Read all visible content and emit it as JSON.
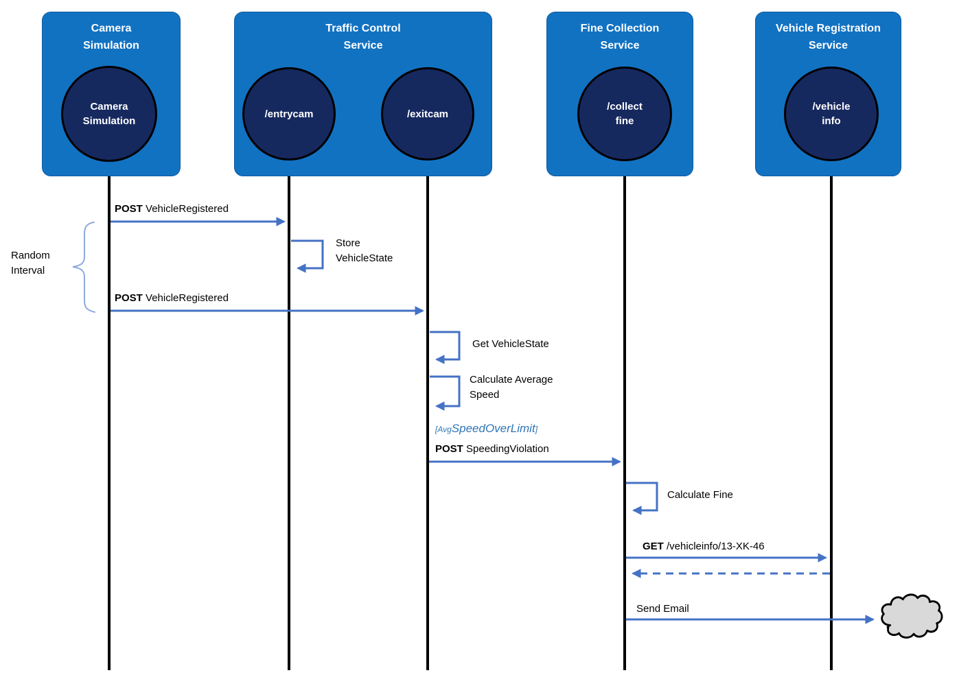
{
  "diagram": {
    "type": "sequence-diagram",
    "services": [
      {
        "title": "Camera\nSimulation",
        "endpoints": [
          {
            "label": "Camera\nSimulation"
          }
        ]
      },
      {
        "title": "Traffic Control\nService",
        "endpoints": [
          {
            "label": "/entrycam"
          },
          {
            "label": "/exitcam"
          }
        ]
      },
      {
        "title": "Fine Collection\nService",
        "endpoints": [
          {
            "label": "/collect\nfine"
          }
        ]
      },
      {
        "title": "Vehicle Registration\nService",
        "endpoints": [
          {
            "label": "/vehicle\ninfo"
          }
        ]
      }
    ],
    "messages": {
      "m1": {
        "verb": "POST",
        "text": "VehicleRegistered"
      },
      "store": "Store\nVehicleState",
      "m2": {
        "verb": "POST",
        "text": "VehicleRegistered"
      },
      "get_state": "Get VehicleState",
      "calc_avg": "Calculate Average\nSpeed",
      "m3": {
        "verb": "POST",
        "text": "SpeedingViolation"
      },
      "calc_fine": "Calculate Fine",
      "m4": {
        "verb": "GET",
        "text": "/vehicleinfo/13-XK-46"
      },
      "m5": "Send Email"
    },
    "condition": {
      "open": "[Avg",
      "main": "SpeedOverLimit",
      "close": "]"
    },
    "annotation": "Random\nInterval",
    "colors": {
      "service_box": "#1272C2",
      "endpoint_circle": "#16295F",
      "arrow": "#4472C4",
      "brace": "#8FAADC",
      "condition_text": "#2E75B6",
      "cloud_fill": "#D9D9D9",
      "lifeline": "#000000",
      "title_text": "#ffffff"
    }
  }
}
